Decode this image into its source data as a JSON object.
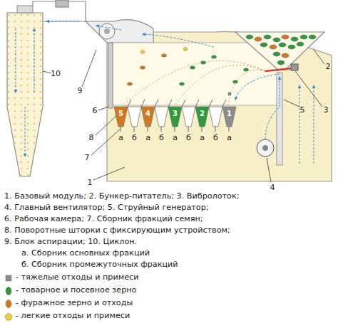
{
  "diagram": {
    "labels": [
      "10",
      "9",
      "6",
      "8",
      "7",
      "1",
      "2",
      "3",
      "5",
      "4",
      "5",
      "4",
      "3",
      "2",
      "1",
      "а",
      "б",
      "а",
      "б",
      "а",
      "б",
      "а",
      "б",
      "а",
      "1. Базовый модуль; 2. Бункер-питатель; 3. Вибролоток;",
      "4. Главный вентилятор; 5. Струйный генератор;",
      "6. Рабочая камера; 7. Сборник фракций семян;",
      "8. Поворотные шторки с фиксирующим устройством;",
      "9. Блок аспирации; 10. Циклон.",
      "а. Сборник основных фракций",
      "б. Сборник промежуточных фракций"
    ],
    "legend": [
      {
        "text": "- тяжелые отходы и примеси",
        "color": "#8c8c8c"
      },
      {
        "text": "- товарное и посевное зерно",
        "color": "#2e9a3c"
      },
      {
        "text": "- фуражное зерно и отходы",
        "color": "#d0791c"
      },
      {
        "text": "- легкие отходы и примеси",
        "color": "#f2d22b"
      }
    ]
  }
}
